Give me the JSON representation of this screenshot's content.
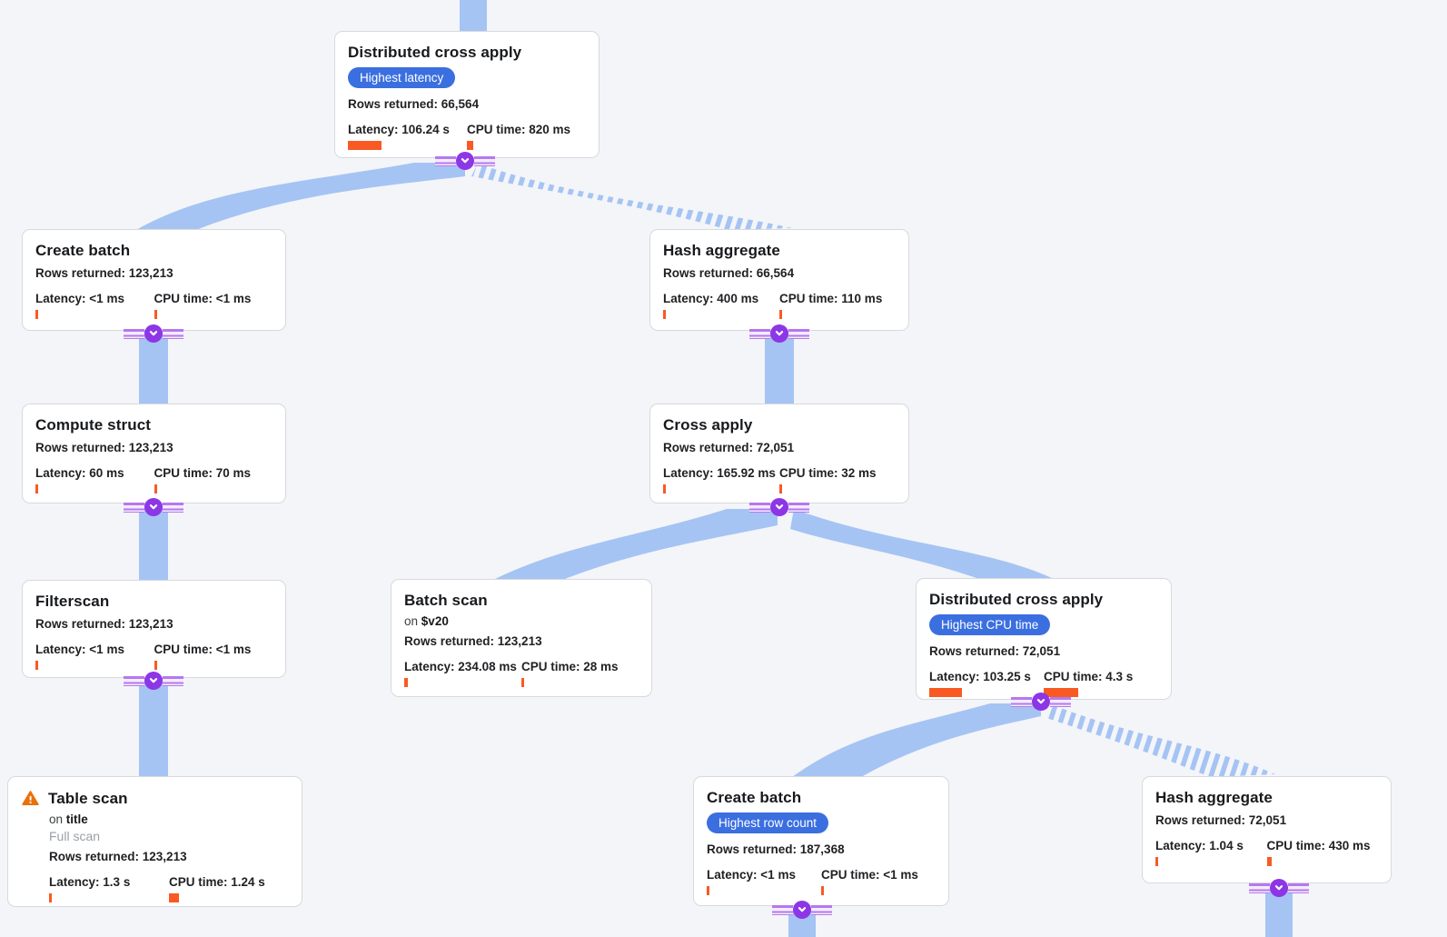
{
  "labels": {
    "rows": "Rows returned:",
    "latency": "Latency:",
    "cpu": "CPU time:",
    "on": "on"
  },
  "colors": {
    "background": "#f4f5f8",
    "card_bg": "#ffffff",
    "card_border": "#d7d9dd",
    "edge_ribbon": "#a5c4f4",
    "metric_bar": "#f95a23",
    "badge_bg": "#3b6fe0",
    "connector_purple": "#8d36e6",
    "warning_orange": "#e8710a",
    "muted_text": "#9aa0a6"
  },
  "nodes": [
    {
      "id": "dca-top",
      "title": "Distributed cross apply",
      "badge": "Highest latency",
      "rows": "66,564",
      "latency": "106.24 s",
      "cpu": "820 ms",
      "latency_bar": 37,
      "cpu_bar": 7
    },
    {
      "id": "create-batch-1",
      "title": "Create batch",
      "rows": "123,213",
      "latency": "<1 ms",
      "cpu": "<1 ms",
      "latency_bar": 3,
      "cpu_bar": 3
    },
    {
      "id": "hash-aggregate-1",
      "title": "Hash aggregate",
      "rows": "66,564",
      "latency": "400 ms",
      "cpu": "110 ms",
      "latency_bar": 3,
      "cpu_bar": 3
    },
    {
      "id": "compute-struct",
      "title": "Compute struct",
      "rows": "123,213",
      "latency": "60 ms",
      "cpu": "70 ms",
      "latency_bar": 3,
      "cpu_bar": 3
    },
    {
      "id": "cross-apply",
      "title": "Cross apply",
      "rows": "72,051",
      "latency": "165.92 ms",
      "cpu": "32 ms",
      "latency_bar": 3,
      "cpu_bar": 3
    },
    {
      "id": "filterscan",
      "title": "Filterscan",
      "rows": "123,213",
      "latency": "<1 ms",
      "cpu": "<1 ms",
      "latency_bar": 3,
      "cpu_bar": 3
    },
    {
      "id": "batch-scan",
      "title": "Batch scan",
      "on_target": "$v20",
      "rows": "123,213",
      "latency": "234.08 ms",
      "cpu": "28 ms",
      "latency_bar": 4,
      "cpu_bar": 3
    },
    {
      "id": "dca-2",
      "title": "Distributed cross apply",
      "badge": "Highest CPU time",
      "rows": "72,051",
      "latency": "103.25 s",
      "cpu": "4.3 s",
      "latency_bar": 36,
      "cpu_bar": 38
    },
    {
      "id": "table-scan",
      "title": "Table scan",
      "on_target": "title",
      "subtitle": "Full scan",
      "warning": true,
      "rows": "123,213",
      "latency": "1.3 s",
      "cpu": "1.24 s",
      "latency_bar": 3,
      "cpu_bar": 11
    },
    {
      "id": "create-batch-2",
      "title": "Create batch",
      "badge": "Highest row count",
      "rows": "187,368",
      "latency": "<1 ms",
      "cpu": "<1 ms",
      "latency_bar": 3,
      "cpu_bar": 3
    },
    {
      "id": "hash-aggregate-2",
      "title": "Hash aggregate",
      "rows": "72,051",
      "latency": "1.04 s",
      "cpu": "430 ms",
      "latency_bar": 3,
      "cpu_bar": 5
    }
  ],
  "edges": [
    {
      "from": null,
      "to": "dca-top",
      "style": "solid"
    },
    {
      "from": "dca-top",
      "to": "create-batch-1",
      "style": "solid"
    },
    {
      "from": "dca-top",
      "to": "hash-aggregate-1",
      "style": "striped"
    },
    {
      "from": "create-batch-1",
      "to": "compute-struct",
      "style": "solid"
    },
    {
      "from": "hash-aggregate-1",
      "to": "cross-apply",
      "style": "solid"
    },
    {
      "from": "compute-struct",
      "to": "filterscan",
      "style": "solid"
    },
    {
      "from": "filterscan",
      "to": "table-scan",
      "style": "solid"
    },
    {
      "from": "cross-apply",
      "to": "batch-scan",
      "style": "solid"
    },
    {
      "from": "cross-apply",
      "to": "dca-2",
      "style": "solid"
    },
    {
      "from": "dca-2",
      "to": "create-batch-2",
      "style": "solid"
    },
    {
      "from": "dca-2",
      "to": "hash-aggregate-2",
      "style": "striped"
    },
    {
      "from": "create-batch-2",
      "to": null,
      "style": "solid"
    },
    {
      "from": "hash-aggregate-2",
      "to": null,
      "style": "solid"
    }
  ]
}
